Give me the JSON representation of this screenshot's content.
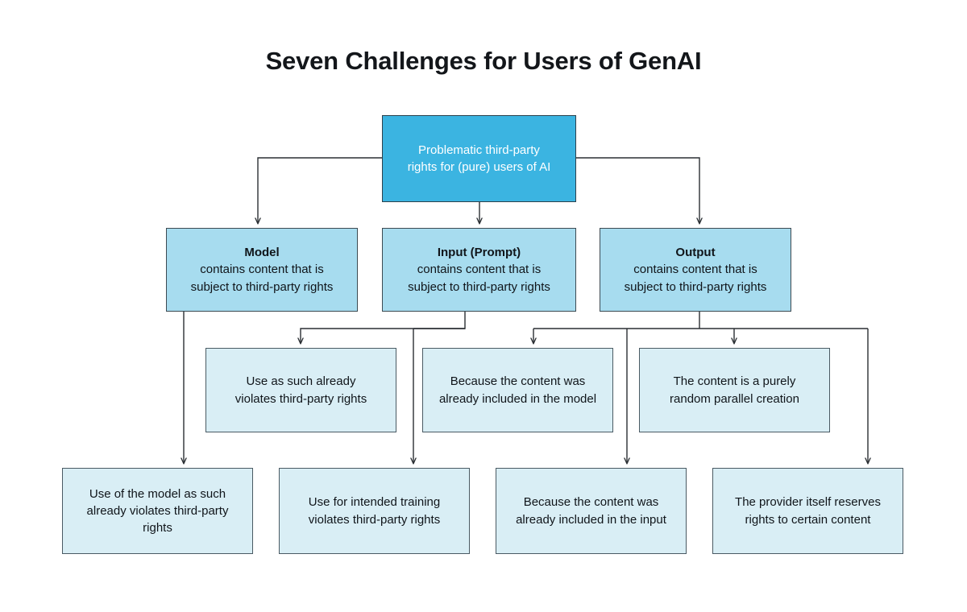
{
  "diagram": {
    "title": "Seven Challenges for Users of GenAI",
    "type": "flowchart",
    "colors": {
      "root_fill": "#3bb4e1",
      "level2_fill": "#a7dcef",
      "leaf_fill": "#d9eef5",
      "border": "#3d4a52",
      "root_text": "#ffffff",
      "text": "#10151a",
      "background": "#ffffff",
      "connector": "#2a2f33"
    },
    "root": {
      "line1": "Problematic third-party",
      "line2": "rights for (pure) users of AI"
    },
    "level2": [
      {
        "head": "Model",
        "line1": "contains content that is",
        "line2": "subject to third-party rights"
      },
      {
        "head": "Input (Prompt)",
        "line1": "contains content that is",
        "line2": "subject to third-party rights"
      },
      {
        "head": "Output",
        "line1": "contains content that is",
        "line2": "subject to third-party rights"
      }
    ],
    "level3": [
      {
        "line1": "Use as such already",
        "line2": "violates third-party rights",
        "line3": ""
      },
      {
        "line1": "Because the content was",
        "line2": "already included in the model",
        "line3": ""
      },
      {
        "line1": "The content is a purely",
        "line2": "random parallel creation",
        "line3": ""
      }
    ],
    "level4": [
      {
        "line1": "Use of the model as such",
        "line2": "already violates third-party",
        "line3": "rights"
      },
      {
        "line1": "Use for intended training",
        "line2": "violates third-party rights",
        "line3": ""
      },
      {
        "line1": "Because the content was",
        "line2": "already included in the input",
        "line3": ""
      },
      {
        "line1": "The provider itself reserves",
        "line2": "rights to certain content",
        "line3": ""
      }
    ]
  }
}
